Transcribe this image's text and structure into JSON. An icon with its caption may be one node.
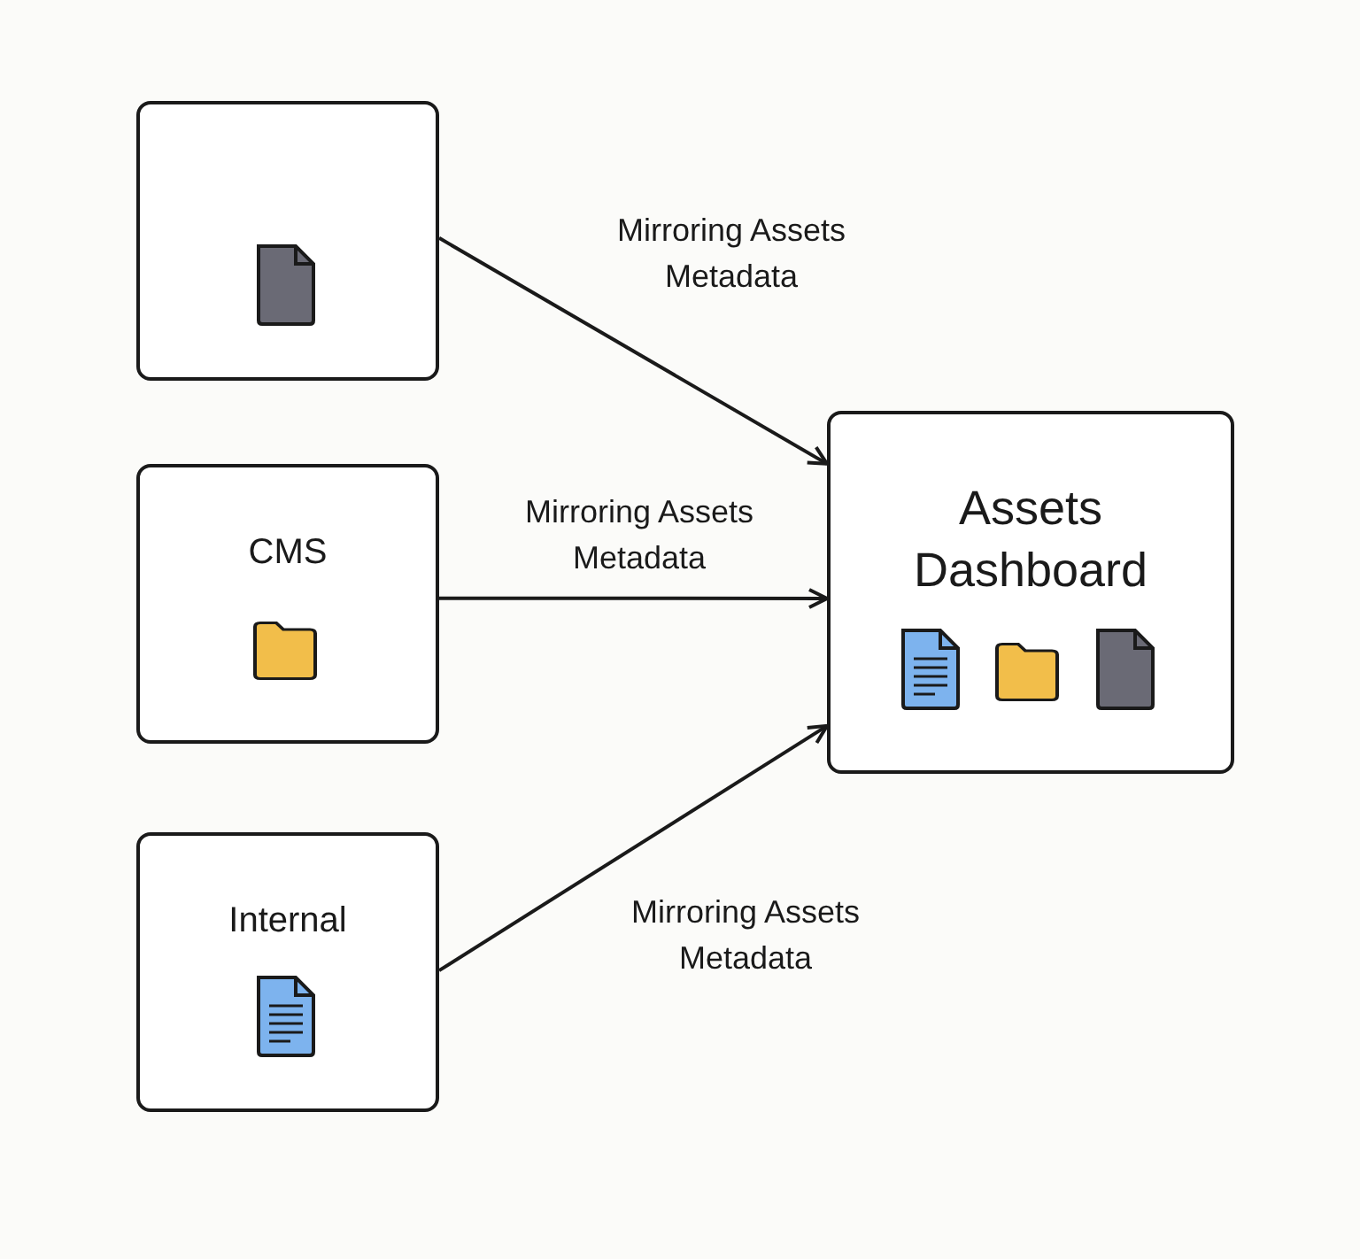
{
  "diagram": {
    "nodes": [
      {
        "text": [],
        "shape": "box"
      },
      {
        "text": [
          "CMS"
        ]
      },
      {
        "text": [
          "Internal"
        ]
      },
      {
        "text": [
          "Assets Dashboard"
        ]
      }
    ],
    "edges": [
      {
        "from": 0,
        "to": 3,
        "arrow": "to",
        "label": "Mirroring Assets Metadata"
      },
      {
        "from": 1,
        "to": 3,
        "arrow": "to",
        "label": "Mirroring Assets Metadata"
      },
      {
        "from": 2,
        "to": 3,
        "arrow": "to",
        "label": "Mirroring Assets Metadata"
      }
    ]
  }
}
